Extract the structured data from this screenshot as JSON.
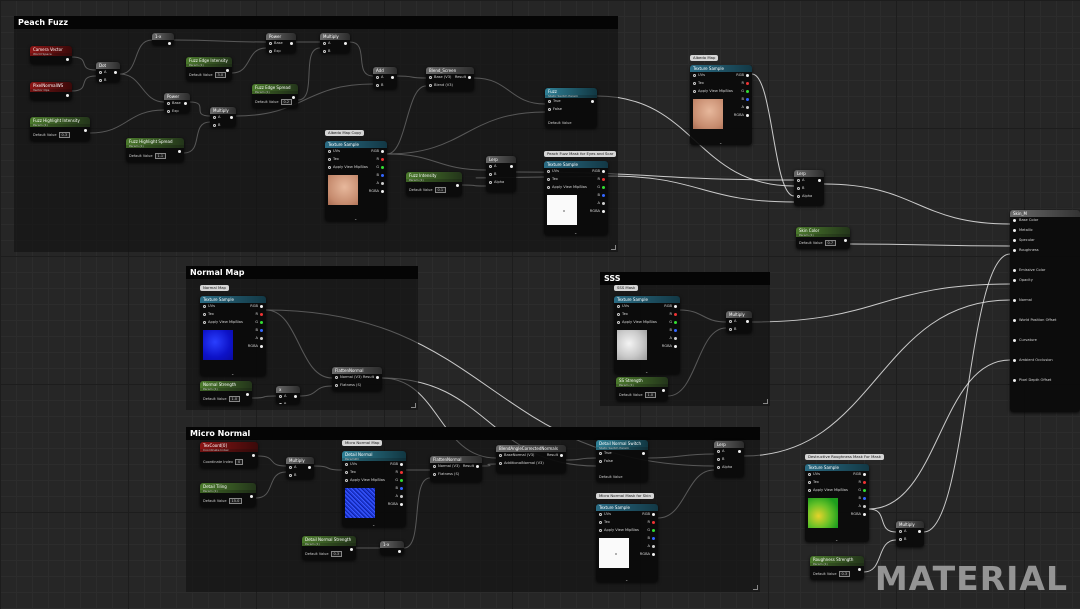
{
  "comments": [
    {
      "id": "c_peach",
      "title": "Peach Fuzz"
    },
    {
      "id": "c_normal",
      "title": "Normal Map"
    },
    {
      "id": "c_sss",
      "title": "SSS"
    },
    {
      "id": "c_micro",
      "title": "Micro Normal"
    }
  ],
  "chips": {
    "albedo_map_top": "Albedo Map",
    "albedo_map_copy": "Albedo Map Copy",
    "peach_fuzz_mask": "Peach Fuzz Mask for Eyes and Scar",
    "normal_map": "Normal Map",
    "sss_mask": "SSS Mask",
    "micro_normal_map": "Micro Normal Map",
    "micro_normal_mask": "Micro Normal Mask for Skin",
    "roughness_mask": "Destructive Roughness Mask For Mask"
  },
  "nodes": {
    "camera_vector": {
      "title": "Camera Vector",
      "sub": "World Space"
    },
    "pixel_normal": {
      "title": "PixelNormalWS",
      "sub": "Vector Ops"
    },
    "fuzz_highlight_intensity": {
      "title": "Fuzz Highlight Intensity",
      "sub": "Param (1)",
      "default": "Default Value",
      "value": "0.3"
    },
    "fuzz_highlight_spread": {
      "title": "Fuzz Highlight Spread",
      "sub": "Param (1)",
      "default": "Default Value",
      "value": "1.1"
    },
    "dot": {
      "title": "Dot",
      "pins": [
        "A",
        "B"
      ]
    },
    "oneminus": {
      "title": "1-x"
    },
    "power1": {
      "title": "Power",
      "pins": [
        "Base",
        "Exp"
      ]
    },
    "power2": {
      "title": "Power",
      "pins": [
        "Base",
        "Exp"
      ]
    },
    "fuzz_edge_intensity": {
      "title": "Fuzz Edge Intensity",
      "sub": "Param (1)",
      "default": "Default Value",
      "value": "3.0"
    },
    "fuzz_edge_spread": {
      "title": "Fuzz Edge Spread",
      "sub": "Param (1)",
      "default": "Default Value",
      "value": "0.2"
    },
    "multiply1": {
      "title": "Multiply",
      "pins": [
        "A",
        "B"
      ]
    },
    "multiply2": {
      "title": "Multiply",
      "pins": [
        "A",
        "B"
      ]
    },
    "add": {
      "title": "Add",
      "pins": [
        "A",
        "B"
      ]
    },
    "blend_screen": {
      "title": "Blend_Screen",
      "pins": [
        "Base (V3)",
        "Blend (V3)"
      ],
      "out": "Result"
    },
    "fuzz": {
      "title": "Fuzz",
      "sub": "Static Switch Param",
      "pins": [
        "True",
        "False"
      ],
      "default": "Default Value"
    },
    "ts_albedo_copy": {
      "title": "Texture Sample",
      "pins": [
        "UVs",
        "Tex",
        "Apply View MipBias"
      ],
      "outs": [
        "RGB",
        "R",
        "G",
        "B",
        "A",
        "RGBA"
      ]
    },
    "fuzz_intensity": {
      "title": "Fuzz Intensity",
      "sub": "Param (1)",
      "default": "Default Value",
      "value": "0.1"
    },
    "lerp1": {
      "title": "Lerp",
      "pins": [
        "A",
        "B",
        "Alpha"
      ]
    },
    "ts_peach_mask": {
      "title": "Texture Sample",
      "pins": [
        "UVs",
        "Tex",
        "Apply View MipBias"
      ],
      "outs": [
        "RGB",
        "R",
        "G",
        "B",
        "A",
        "RGBA"
      ]
    },
    "ts_albedo": {
      "title": "Texture Sample",
      "pins": [
        "UVs",
        "Tex",
        "Apply View MipBias"
      ],
      "outs": [
        "RGB",
        "R",
        "G",
        "B",
        "A",
        "RGBA"
      ]
    },
    "lerp2": {
      "title": "Lerp",
      "pins": [
        "A",
        "B",
        "Alpha"
      ]
    },
    "skin_color": {
      "title": "Skin Color",
      "sub": "Param (1)",
      "default": "Default Value",
      "value": "0.7"
    },
    "output": {
      "title": "Skin_M",
      "pins": [
        "Base Color",
        "Metallic",
        "Specular",
        "Roughness",
        "",
        "Emissive Color",
        "Opacity",
        "",
        "Normal",
        "",
        "World Position Offset",
        "",
        "Curvature",
        "",
        "Ambient Occlusion",
        "",
        "Pixel Depth Offset",
        "",
        ""
      ]
    },
    "ts_normal": {
      "title": "Texture Sample",
      "pins": [
        "UVs",
        "Tex",
        "Apply View MipBias"
      ],
      "outs": [
        "RGB",
        "R",
        "G",
        "B",
        "A",
        "RGBA"
      ]
    },
    "normal_strength": {
      "title": "Normal Strength",
      "sub": "Param (1)",
      "default": "Default Value",
      "value": "1.0"
    },
    "flatten_normal1": {
      "title": "FlattenNormal",
      "pins": [
        "Normal (V3)",
        "Flatness (S)"
      ],
      "out": "Result"
    },
    "multiply_n": {
      "title": "x",
      "pins": [
        "A",
        "B"
      ]
    },
    "ts_sss": {
      "title": "Texture Sample",
      "pins": [
        "UVs",
        "Tex",
        "Apply View MipBias"
      ],
      "outs": [
        "RGB",
        "R",
        "G",
        "B",
        "A",
        "RGBA"
      ]
    },
    "sss_strength": {
      "title": "SS Strength",
      "sub": "Param (1)",
      "default": "Default Value",
      "value": "1.0"
    },
    "multiply_sss": {
      "title": "Multiply",
      "pins": [
        "A",
        "B"
      ]
    },
    "texcoord": {
      "title": "TexCoord[0]",
      "sub": "Coordinate Index",
      "default": "Coordinate Index",
      "value": "0"
    },
    "detail_tiling": {
      "title": "Detail Tiling",
      "sub": "Param (1)",
      "default": "Default Value",
      "value": "15.0"
    },
    "multiply_m": {
      "title": "Multiply",
      "pins": [
        "A",
        "B"
      ]
    },
    "ts_detail": {
      "title": "Detail Normal",
      "sub": "Param2D",
      "pins": [
        "UVs",
        "Tex",
        "Apply View MipBias"
      ],
      "outs": [
        "RGB",
        "R",
        "G",
        "B",
        "A",
        "RGBA"
      ]
    },
    "flatten_normal2": {
      "title": "FlattenNormal",
      "pins": [
        "Normal (V3)",
        "Flatness (S)"
      ],
      "out": "Result"
    },
    "detail_strength": {
      "title": "Detail Normal Strength",
      "sub": "Param (1)",
      "default": "Default Value",
      "value": "0.3"
    },
    "oneminus2": {
      "title": "1-x"
    },
    "blend_angle": {
      "title": "BlendAngleCorrectedNormals",
      "pins": [
        "BaseNormal (V3)",
        "AdditionalNormal (V3)"
      ],
      "out": "Result"
    },
    "detail_switch": {
      "title": "Detail Normal Switch",
      "sub": "Static Switch Param",
      "pins": [
        "True",
        "False"
      ],
      "default": "Default Value"
    },
    "lerp3": {
      "title": "Lerp",
      "pins": [
        "A",
        "B",
        "Alpha"
      ]
    },
    "ts_micro_mask": {
      "title": "Texture Sample",
      "pins": [
        "UVs",
        "Tex",
        "Apply View MipBias"
      ],
      "outs": [
        "RGB",
        "R",
        "G",
        "B",
        "A",
        "RGBA"
      ]
    },
    "ts_rough_mask": {
      "title": "Texture Sample",
      "pins": [
        "UVs",
        "Tex",
        "Apply View MipBias"
      ],
      "outs": [
        "RGB",
        "R",
        "G",
        "B",
        "A",
        "RGBA"
      ]
    },
    "multiply_r": {
      "title": "Multiply",
      "pins": [
        "A",
        "B"
      ]
    },
    "roughness_strength": {
      "title": "Roughness Strength",
      "sub": "Param (1)",
      "default": "Default Value",
      "value": "0.3"
    }
  },
  "watermark": "MATERIAL"
}
